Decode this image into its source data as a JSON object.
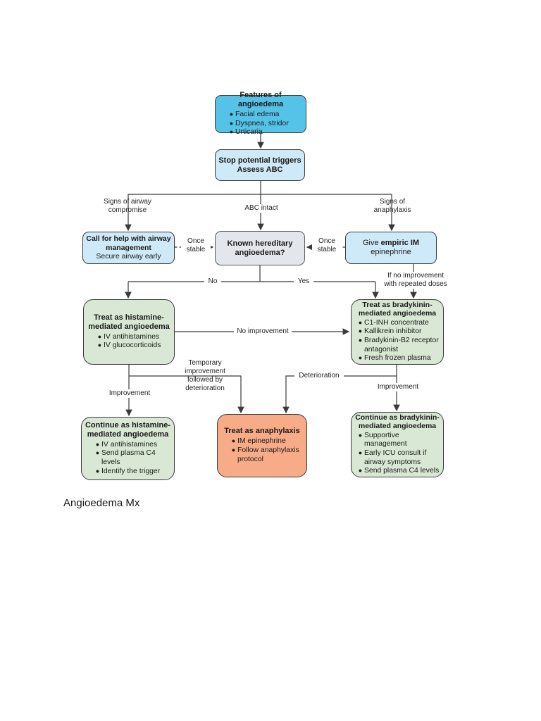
{
  "document": {
    "caption": "Angioedema Mx"
  },
  "colors": {
    "node_sky_blue": "#55C3E8",
    "node_light_blue": "#CEE9F7",
    "node_gray": "#E3E6EA",
    "node_green": "#D8E8D4",
    "node_orange": "#F7AB87",
    "connector_line": "#3a3a3a"
  },
  "nodes": {
    "features": {
      "title": "Features of angioedema",
      "bullets": [
        "Facial edema",
        "Dyspnea, stridor",
        "Urticaria"
      ]
    },
    "stop_triggers": {
      "line1": "Stop potential triggers",
      "line2": "Assess ABC"
    },
    "call_help": {
      "title": "Call for help with airway management",
      "subtitle": "Secure airway early"
    },
    "known_hereditary": {
      "title": "Known hereditary angioedema?"
    },
    "epinephrine": {
      "pre": "Give",
      "bold": "empiric IM",
      "line2": "epinephrine"
    },
    "histamine": {
      "title": "Treat as histamine-mediated angioedema",
      "bullets": [
        "IV antihistamines",
        "IV glucocorticoids"
      ]
    },
    "bradykinin": {
      "title": "Treat as bradykinin-mediated angioedema",
      "bullets": [
        "C1-INH concentrate",
        "Kallikrein inhibitor",
        "Bradykinin-B2 receptor antagonist",
        "Fresh frozen plasma"
      ]
    },
    "continue_histamine": {
      "title": "Continue as histamine-mediated angioedema",
      "bullets": [
        "IV antihistamines",
        "Send plasma C4 levels",
        "Identify the trigger"
      ]
    },
    "anaphylaxis": {
      "title": "Treat as anaphylaxis",
      "bullets": [
        "IM epinephrine",
        "Follow anaphylaxis protocol"
      ]
    },
    "continue_bradykinin": {
      "title": "Continue as bradykinin-mediated angioedema",
      "bullets": [
        "Supportive management",
        "Early ICU consult if airway symptoms",
        "Send plasma C4 levels"
      ]
    }
  },
  "edge_labels": {
    "airway_compromise": "Signs of airway compromise",
    "abc_intact": "ABC intact",
    "anaphylaxis_signs": "Signs of anaphylaxis",
    "once_stable_left": "Once stable",
    "once_stable_right": "Once stable",
    "no": "No",
    "yes": "Yes",
    "repeated_doses": "If no improvement with repeated doses",
    "no_improvement": "No improvement",
    "improvement_left": "Improvement",
    "temporary_deterioration": "Temporary improvement followed by deterioration",
    "deterioration": "Deterioration",
    "improvement_right": "Improvement"
  }
}
